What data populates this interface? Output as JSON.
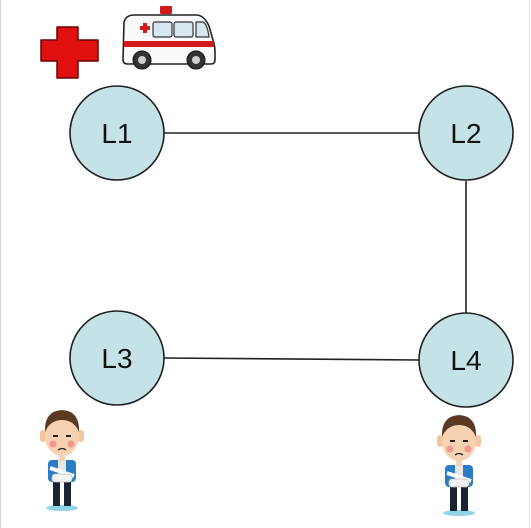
{
  "nodes": [
    {
      "id": "L1",
      "label": "L1"
    },
    {
      "id": "L2",
      "label": "L2"
    },
    {
      "id": "L3",
      "label": "L3"
    },
    {
      "id": "L4",
      "label": "L4"
    }
  ],
  "edges": [
    {
      "from": "L1",
      "to": "L2"
    },
    {
      "from": "L2",
      "to": "L4"
    },
    {
      "from": "L3",
      "to": "L4"
    }
  ],
  "icons": {
    "hospital": "red-cross-icon",
    "vehicle": "ambulance-icon",
    "patient": "injured-person-icon"
  },
  "patients_at": [
    "L3",
    "L4"
  ],
  "colors": {
    "node_fill": "#c5e3e6",
    "node_stroke": "#1f1f1f",
    "edge": "#222222",
    "cross": "#e01010",
    "cross_stroke": "#6b0000"
  }
}
